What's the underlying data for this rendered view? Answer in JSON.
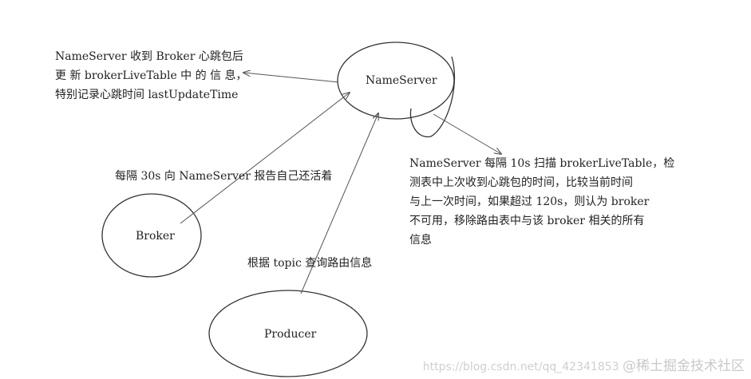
{
  "nodes": {
    "nameserver": "NameServer",
    "broker": "Broker",
    "producer": "Producer"
  },
  "notes": {
    "nameserver_update": [
      "NameServer 收到 Broker 心跳包后",
      "更 新 brokerLiveTable 中 的 信 息，",
      "特别记录心跳时间 lastUpdateTime"
    ],
    "broker_heartbeat": "每隔 30s 向 NameServer 报告自己还活着",
    "producer_query": "根据 topic 查询路由信息",
    "nameserver_scan": [
      "NameServer 每隔 10s 扫描 brokerLiveTable，检",
      "测表中上次收到心跳包的时间，比较当前时间",
      "与上一次时间，如果超过 120s，则认为 broker",
      "不可用，移除路由表中与该 broker 相关的所有",
      "信息"
    ]
  },
  "watermark": {
    "brand": "@稀土掘金技术社区",
    "url": "https://blog.csdn.net/qq_42341853"
  },
  "colors": {
    "line": "#555555",
    "text": "#222222",
    "watermark": "#cfcfcf"
  }
}
